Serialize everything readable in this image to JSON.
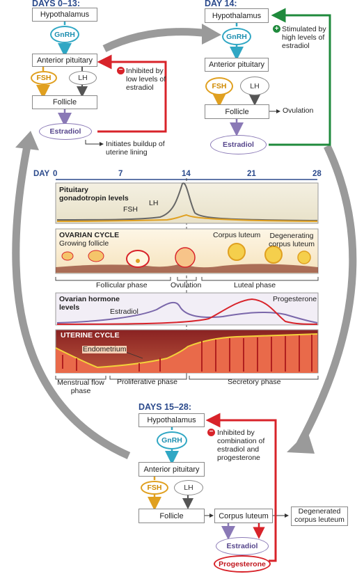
{
  "top_left": {
    "header": "DAYS 0–13:",
    "hypothalamus": "Hypothalamus",
    "gnrh": "GnRH",
    "anterior_pituitary": "Anterior pituitary",
    "fsh": "FSH",
    "lh": "LH",
    "follicle": "Follicle",
    "estradiol": "Estradiol",
    "inhibited_note": "Inhibited by low levels of estradiol",
    "initiates_note": "Initiates buildup of uterine lining"
  },
  "top_right": {
    "header": "DAY 14:",
    "hypothalamus": "Hypothalamus",
    "gnrh": "GnRH",
    "anterior_pituitary": "Anterior pituitary",
    "fsh": "FSH",
    "lh": "LH",
    "follicle": "Follicle",
    "ovulation": "Ovulation",
    "estradiol": "Estradiol",
    "stimulated_note": "Stimulated by high levels of estradiol"
  },
  "timeline": {
    "day_label": "DAY",
    "ticks": [
      "0",
      "7",
      "14",
      "21",
      "28"
    ],
    "gonadotropin_title": "Pituitary gonadotropin levels",
    "lh_label": "LH",
    "fsh_label": "FSH",
    "ovarian_title": "OVARIAN CYCLE",
    "growing_follicle": "Growing follicle",
    "corpus_luteum": "Corpus luteum",
    "degenerating": "Degenerating corpus luteum",
    "follicular_phase": "Follicular phase",
    "ovulation_phase": "Ovulation",
    "luteal_phase": "Luteal phase",
    "hormone_title": "Ovarian hormone levels",
    "estradiol_label": "Estradiol",
    "progesterone_label": "Progesterone",
    "uterine_title": "UTERINE CYCLE",
    "endometrium": "Endometrium",
    "menstrual_phase": "Menstrual flow phase",
    "proliferative_phase": "Proliferative phase",
    "secretory_phase": "Secretory phase"
  },
  "bottom": {
    "header": "DAYS 15–28:",
    "hypothalamus": "Hypothalamus",
    "gnrh": "GnRH",
    "anterior_pituitary": "Anterior pituitary",
    "fsh": "FSH",
    "lh": "LH",
    "follicle": "Follicle",
    "corpus_luteum": "Corpus luteum",
    "degenerated": "Degenerated corpus leuteum",
    "estradiol": "Estradiol",
    "progesterone": "Progesterone",
    "inhibited_note": "Inhibited by combination of estradiol and progesterone"
  },
  "colors": {
    "header_blue": "#2b4a8c",
    "gnrh_cyan": "#30a7c4",
    "fsh_orange": "#e0a020",
    "estradiol_purple": "#8a79b6",
    "inhibit_red": "#d8232a",
    "stimulate_green": "#1f8a3c",
    "cycle_arrow_gray": "#9a9a9a"
  },
  "icons": {
    "inhibit_sign": "minus-circle-icon",
    "stimulate_sign": "plus-circle-icon"
  }
}
